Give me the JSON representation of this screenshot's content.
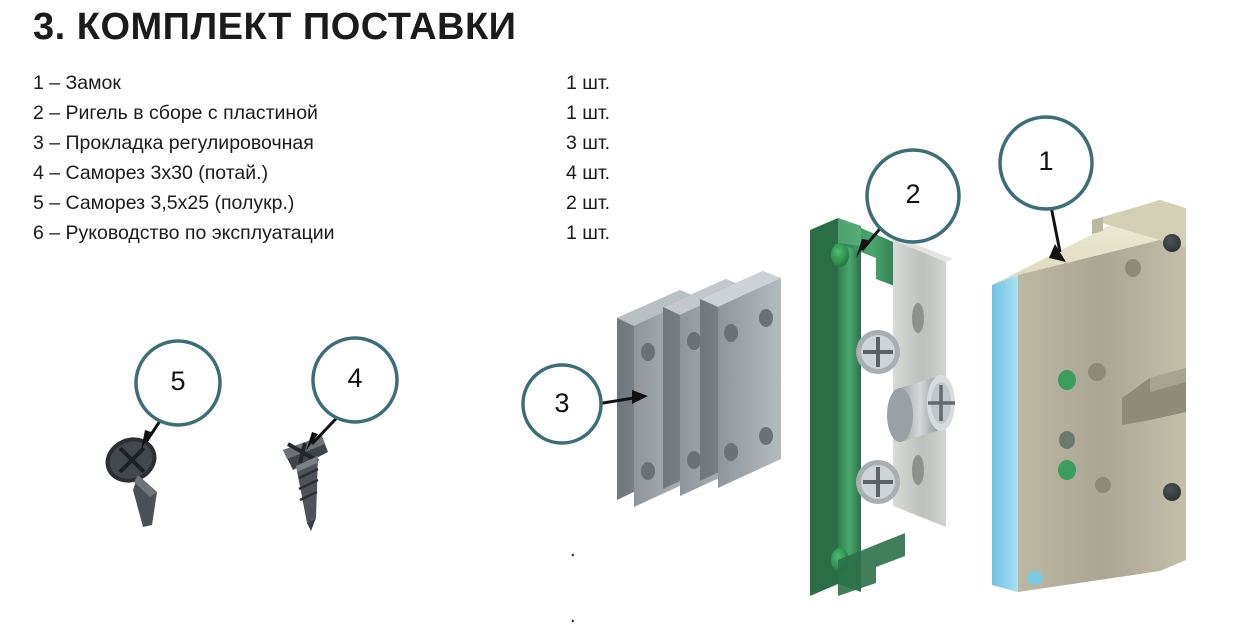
{
  "title": "3. КОМПЛЕКТ ПОСТАВКИ",
  "parts": [
    {
      "label": "1 – Замок",
      "qty": "1 шт."
    },
    {
      "label": "2 – Ригель в сборе с пластиной",
      "qty": "1 шт."
    },
    {
      "label": "3 – Прокладка регулировочная",
      "qty": "3 шт."
    },
    {
      "label": "4 – Саморез 3х30 (потай.)",
      "qty": "4 шт."
    },
    {
      "label": "5 – Саморез 3,5х25 (полукр.)",
      "qty": "2 шт."
    },
    {
      "label": "6 –  Руководство по эксплуатации",
      "qty": "1 шт."
    }
  ],
  "callouts": [
    {
      "number": "1"
    },
    {
      "number": "2"
    },
    {
      "number": "3"
    },
    {
      "number": "4"
    },
    {
      "number": "5"
    }
  ],
  "stray_marks": [
    ".",
    "."
  ],
  "colors": {
    "text": "#1b1b1b",
    "callout_stroke": "#3b6e77",
    "lock_body": "#b5b09a",
    "lock_face": "#e9e7cf",
    "lock_edge": "#8fd0e8",
    "bracket_green": "#3f9a63",
    "plate_gray": "#c9cbc6",
    "shim_gray": "#9aa1a6",
    "screw_gray": "#6d7378"
  }
}
